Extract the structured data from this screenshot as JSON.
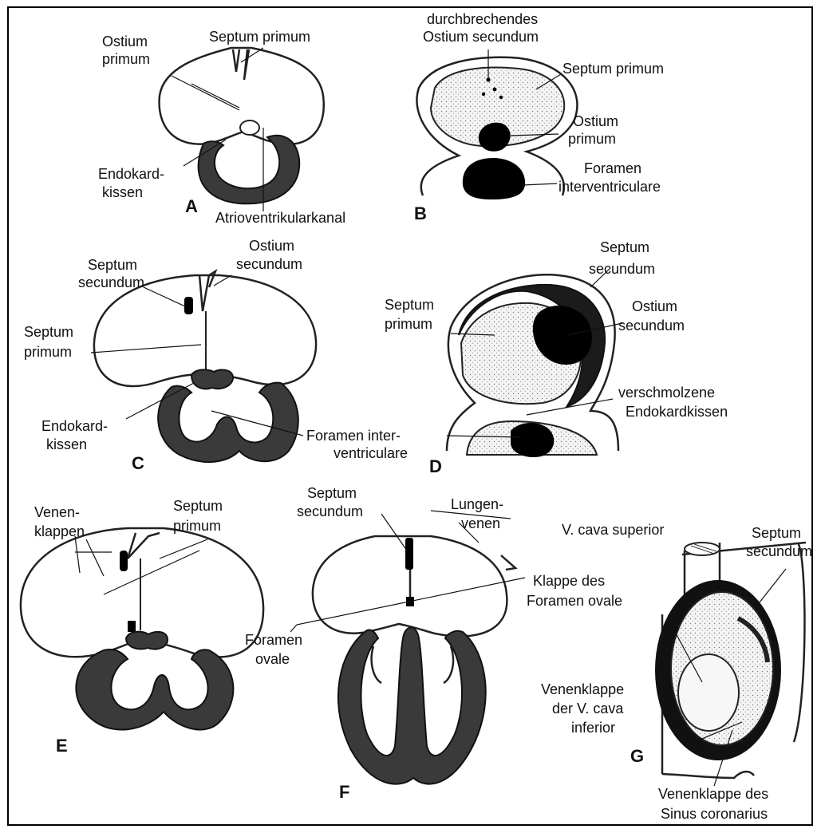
{
  "panels": {
    "A": {
      "letter": "A",
      "ostium_primum": [
        "Ostium",
        "primum"
      ],
      "septum_primum": "Septum primum",
      "endokard": [
        "Endokard-",
        "kissen"
      ],
      "av_kanal": "Atrioventrikularkanal"
    },
    "B": {
      "letter": "B",
      "durch": [
        "durchbrechendes",
        "Ostium secundum"
      ],
      "septum_primum": "Septum primum",
      "ostium_primum": [
        "Ostium",
        "primum"
      ],
      "foramen": [
        "Foramen",
        "interventriculare"
      ]
    },
    "C": {
      "letter": "C",
      "ostium_secundum": [
        "Ostium",
        "secundum"
      ],
      "septum_secundum": [
        "Septum",
        "secundum"
      ],
      "septum_primum": [
        "Septum",
        "primum"
      ],
      "endokard": [
        "Endokard-",
        "kissen"
      ],
      "foramen": [
        "Foramen inter-",
        "ventriculare"
      ]
    },
    "D": {
      "letter": "D",
      "septum_secundum": [
        "Septum",
        "secundum"
      ],
      "septum_primum": [
        "Septum",
        "primum"
      ],
      "ostium_secundum": [
        "Ostium",
        "secundum"
      ],
      "verschmolzene": [
        "verschmolzene",
        "Endokardkissen"
      ]
    },
    "E": {
      "letter": "E",
      "venenklappen": [
        "Venen-",
        "klappen"
      ],
      "septum_primum": [
        "Septum",
        "primum"
      ]
    },
    "F": {
      "letter": "F",
      "septum_secundum": [
        "Septum",
        "secundum"
      ],
      "lungenvenen": [
        "Lungen-",
        "venen"
      ],
      "klappe": [
        "Klappe des",
        "Foramen ovale"
      ],
      "foramen_ovale": [
        "Foramen",
        "ovale"
      ]
    },
    "G": {
      "letter": "G",
      "vcava_sup": "V. cava superior",
      "septum_secundum": [
        "Septum",
        "secundum"
      ],
      "venenklappe_vci": [
        "Venenklappe",
        "der V. cava",
        "inferior"
      ],
      "venenklappe_sinus": [
        "Venenklappe des",
        "Sinus coronarius"
      ]
    }
  },
  "colors": {
    "ink": "#111111",
    "wall": "#3a3a3a",
    "paper": "#ffffff"
  }
}
